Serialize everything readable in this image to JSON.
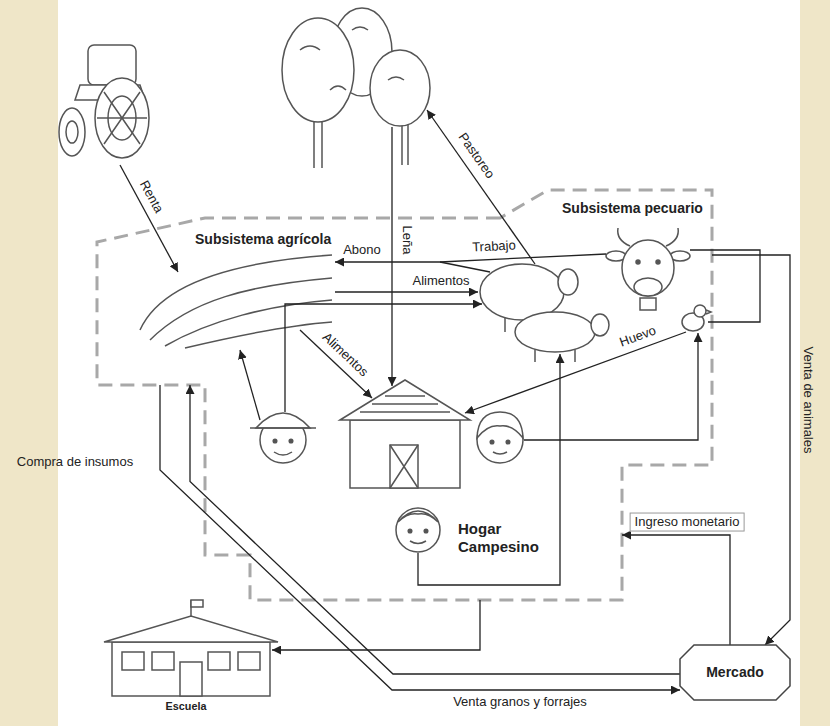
{
  "diagram": {
    "nodes": [
      {
        "text": [
          "Subsistema pecuario"
        ]
      },
      {
        "text": [
          "Subsistema agrícola"
        ]
      },
      {
        "text": [
          "Hogar Campesino"
        ]
      },
      {
        "text": [
          "Mercado"
        ]
      },
      {
        "text": [
          "Escuela"
        ]
      }
    ],
    "edges": [
      {
        "from": 1,
        "to": 3,
        "arrow": "to",
        "label": "Venta granos y forrajes"
      },
      {
        "from": 3,
        "to": 1,
        "arrow": "to",
        "label": "Compra de insumos"
      },
      {
        "from": 0,
        "to": 3,
        "arrow": "to",
        "label": "Venta de animales"
      },
      {
        "from": 3,
        "to": 2,
        "arrow": "to",
        "label": "Ingreso monetario"
      },
      {
        "from": 2,
        "to": 4,
        "arrow": "to"
      }
    ],
    "labels": [
      "Pastoreo",
      "Renta",
      "Leña",
      "Trabajo",
      "Abono",
      "Alimentos",
      "Alimentos",
      "Huevo"
    ]
  }
}
